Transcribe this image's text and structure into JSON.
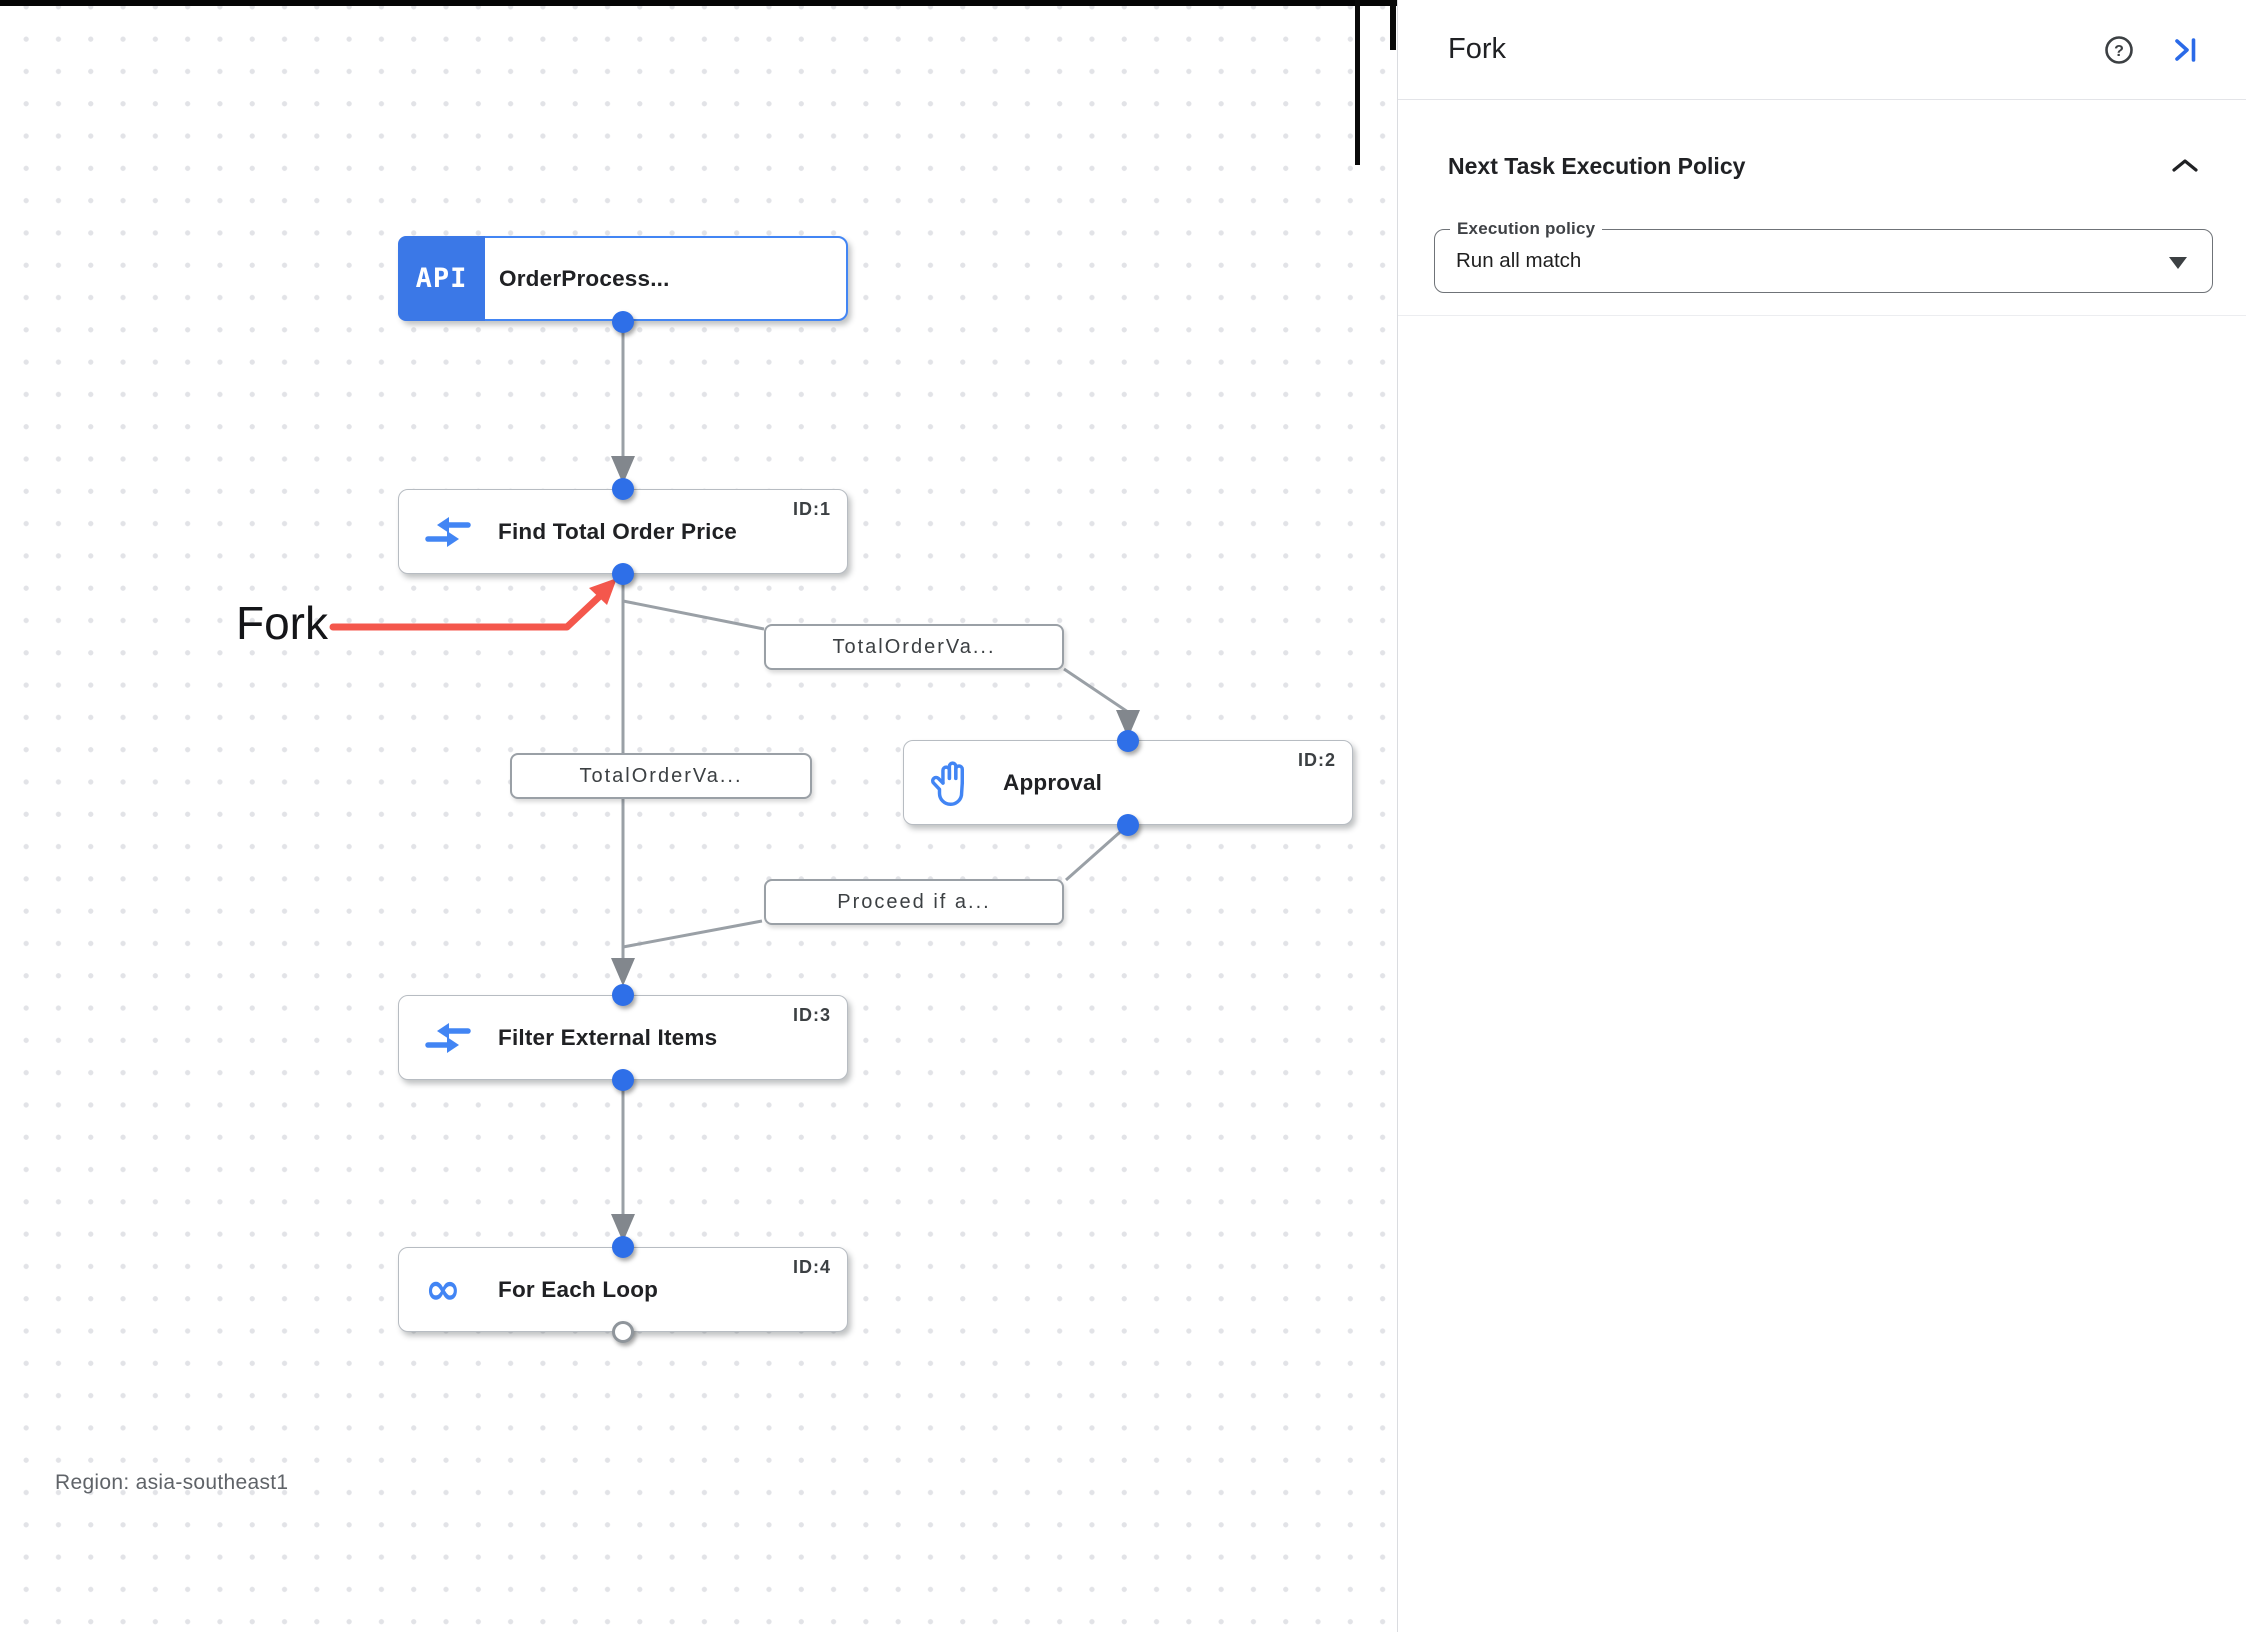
{
  "canvas": {
    "region_label": "Region: asia-southeast1",
    "annotation": {
      "label": "Fork",
      "color": "#F4574C"
    },
    "nodes": [
      {
        "badge": "API",
        "title": "OrderProcess...",
        "id_label": ""
      },
      {
        "title": "Find Total Order Price",
        "id_label": "ID:1"
      },
      {
        "title": "Approval",
        "id_label": "ID:2"
      },
      {
        "title": "Filter External Items",
        "id_label": "ID:3"
      },
      {
        "title": "For Each Loop",
        "id_label": "ID:4"
      }
    ],
    "edge_labels": [
      "TotalOrderVa...",
      "TotalOrderVa...",
      "Proceed if a..."
    ]
  },
  "panel": {
    "title": "Fork",
    "section": {
      "title": "Next Task Execution Policy",
      "field_label": "Execution policy",
      "field_value": "Run all match"
    }
  },
  "icons": {
    "for_each_glyph": "∞",
    "help_glyph": "?"
  },
  "colors": {
    "accent_blue": "#4285F4",
    "node_dot_blue": "#2E6FE8",
    "edge_gray": "#9AA0A6",
    "annotation_red": "#F4574C"
  }
}
